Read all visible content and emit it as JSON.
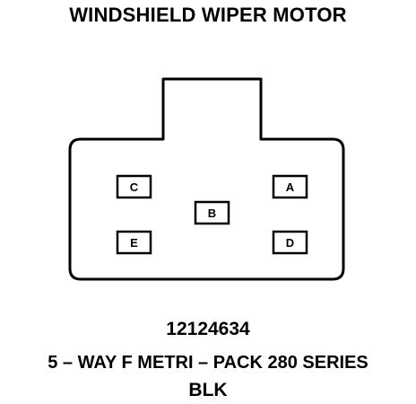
{
  "title": "WINDSHIELD WIPER MOTOR",
  "connector": {
    "pins": [
      {
        "label": "C"
      },
      {
        "label": "A"
      },
      {
        "label": "B"
      },
      {
        "label": "E"
      },
      {
        "label": "D"
      }
    ]
  },
  "part_number": "12124634",
  "description": "5 – WAY F METRI – PACK 280 SERIES",
  "color": "BLK"
}
